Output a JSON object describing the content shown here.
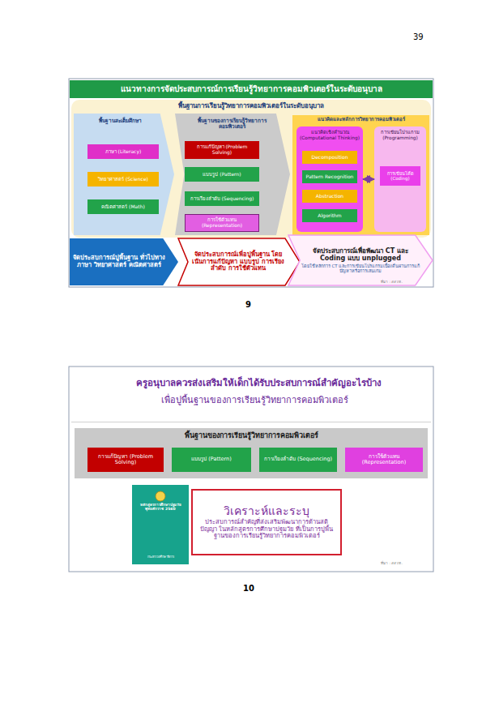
{
  "diagram": {
    "nodes": [
      {
        "text": [
          "แนวทางการจัดประสบการณ์การเรียนรู้วิทยาการคอมพิวเตอร์ในระดับอนุบาล"
        ]
      },
      {
        "text": [
          "พื้นฐานการเรียนรู้วิทยาการคอมพิวเตอร์ในระดับอนุบาล"
        ]
      },
      {
        "text": [
          "พื้นฐานสะเต็มศึกษา"
        ],
        "in": 1
      },
      {
        "text": [
          "ภาษา (Literacy)"
        ],
        "in": 2
      },
      {
        "text": [
          "วิทยาศาสตร์ (Science)"
        ],
        "in": 2
      },
      {
        "text": [
          "คณิตศาสตร์ (Math)"
        ],
        "in": 2
      },
      {
        "text": [
          "พื้นฐานของการเรียนรู้วิทยาการคอมพิวเตอร์"
        ],
        "in": 1
      },
      {
        "text": [
          "การแก้ปัญหา (Problem Solving)"
        ],
        "in": 6
      },
      {
        "text": [
          "แบบรูป (Pattern)"
        ],
        "in": 6
      },
      {
        "text": [
          "การเรียงลำดับ (Sequencing)"
        ],
        "in": 6
      },
      {
        "text": [
          "การใช้ตัวแทน (Representation)"
        ],
        "in": 6
      },
      {
        "text": [
          "แนวคิดและหลักการวิทยาการคอมพิวเตอร์"
        ],
        "in": 1
      },
      {
        "text": [
          "แนวคิดเชิงคำนวณ (Computational Thinking)"
        ],
        "in": 11
      },
      {
        "text": [
          "Decomposition"
        ],
        "in": 12
      },
      {
        "text": [
          "Pattern Recognition"
        ],
        "in": 12
      },
      {
        "text": [
          "Abstraction"
        ],
        "in": 12
      },
      {
        "text": [
          "Algorithm"
        ],
        "in": 12
      },
      {
        "text": [
          "การเขียนโปรแกรม (Programming)"
        ],
        "in": 11
      },
      {
        "text": [
          "การเขียนโค้ด (Coding)"
        ],
        "in": 17
      },
      {
        "text": [
          "จัดประสบการณ์ปูพื้นฐาน ทั่วไปทาง ภาษา วิทยาศาสตร์ คณิตศาสตร์"
        ]
      },
      {
        "text": [
          "จัดประสบการณ์เพื่อปูพื้นฐาน โดยเน้นการแก้ปัญหา แบบรูป การเรียงลำดับ การใช้ตัวแทน"
        ]
      },
      {
        "text": [
          "จัดประสบการณ์เพื่อพัฒนา CT และ Coding แบบ unplugged",
          "โดยใช้หลักการ CT และการเขียนโปรแกรมเบื้องต้นผ่านการแก้ปัญหาหรือการเล่นเกม"
        ]
      },
      {
        "text": [
          "พื้นฐานของการเรียนรู้วิทยาการคอมพิวเตอร์"
        ]
      },
      {
        "text": [
          "การแก้ปัญหา (Problem Solving)"
        ],
        "in": 22
      },
      {
        "text": [
          "แบบรูป (Pattern)"
        ],
        "in": 22
      },
      {
        "text": [
          "การเรียงลำดับ (Sequencing)"
        ],
        "in": 22
      },
      {
        "text": [
          "การใช้ตัวแทน (Representation)"
        ],
        "in": 22
      },
      {
        "text": [
          "หลักสูตรการศึกษาปฐมวัย พุทธศักราช 2560",
          "กระทรวงศึกษาธิการ"
        ]
      },
      {
        "text": [
          "วิเคราะห์และระบุ",
          "ประสบการณ์สำคัญที่ส่งเสริมพัฒนาการด้านสติปัญญา ในหลักสูตรการศึกษาปฐมวัย ที่เป็นการปูพื้นฐานของการเรียนรู้วิทยาการคอมพิวเตอร์"
        ]
      }
    ],
    "edges": [
      {
        "from": 12,
        "to": 17,
        "arrow": "both"
      }
    ],
    "labels": [
      "39",
      "ที่มา : สสวท.",
      "9",
      "ครูอนุบาลควรส่งเสริมให้เด็กได้รับประสบการณ์สำคัญอะไรบ้าง",
      "เพื่อปูพื้นฐานของการเรียนรู้วิทยาการคอมพิวเตอร์",
      "ที่มา : สสวท.",
      "10"
    ]
  }
}
